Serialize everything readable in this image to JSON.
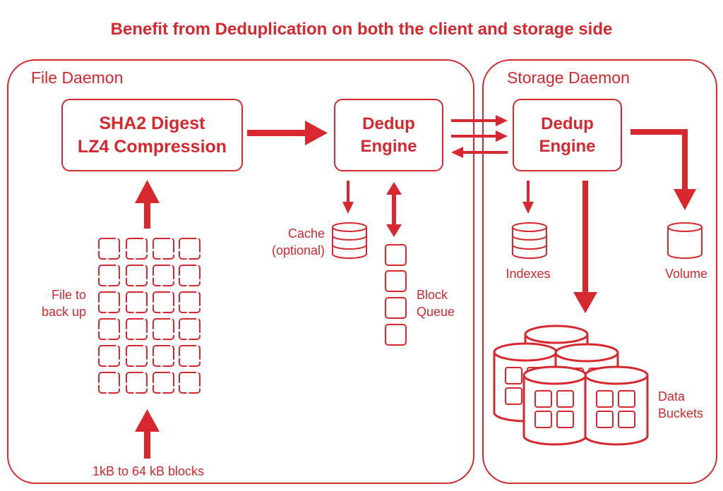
{
  "title": "Benefit from Deduplication on both the client and storage side",
  "file_daemon": {
    "label": "File Daemon",
    "digest_box": {
      "line1": "SHA2 Digest",
      "line2": "LZ4 Compression"
    },
    "dedup_box": {
      "line1": "Dedup",
      "line2": "Engine"
    },
    "file_label": {
      "line1": "File to",
      "line2": "back up"
    },
    "blocks_label": "1kB to 64 kB blocks",
    "cache_label": {
      "line1": "Cache",
      "line2": "(optional)"
    },
    "queue_label": {
      "line1": "Block",
      "line2": "Queue"
    }
  },
  "storage_daemon": {
    "label": "Storage Daemon",
    "dedup_box": {
      "line1": "Dedup",
      "line2": "Engine"
    },
    "indexes_label": "Indexes",
    "volume_label": "Volume",
    "buckets_label": {
      "line1": "Data",
      "line2": "Buckets"
    }
  },
  "colors": {
    "accent": "#d7282f",
    "background": "#ffffff"
  }
}
